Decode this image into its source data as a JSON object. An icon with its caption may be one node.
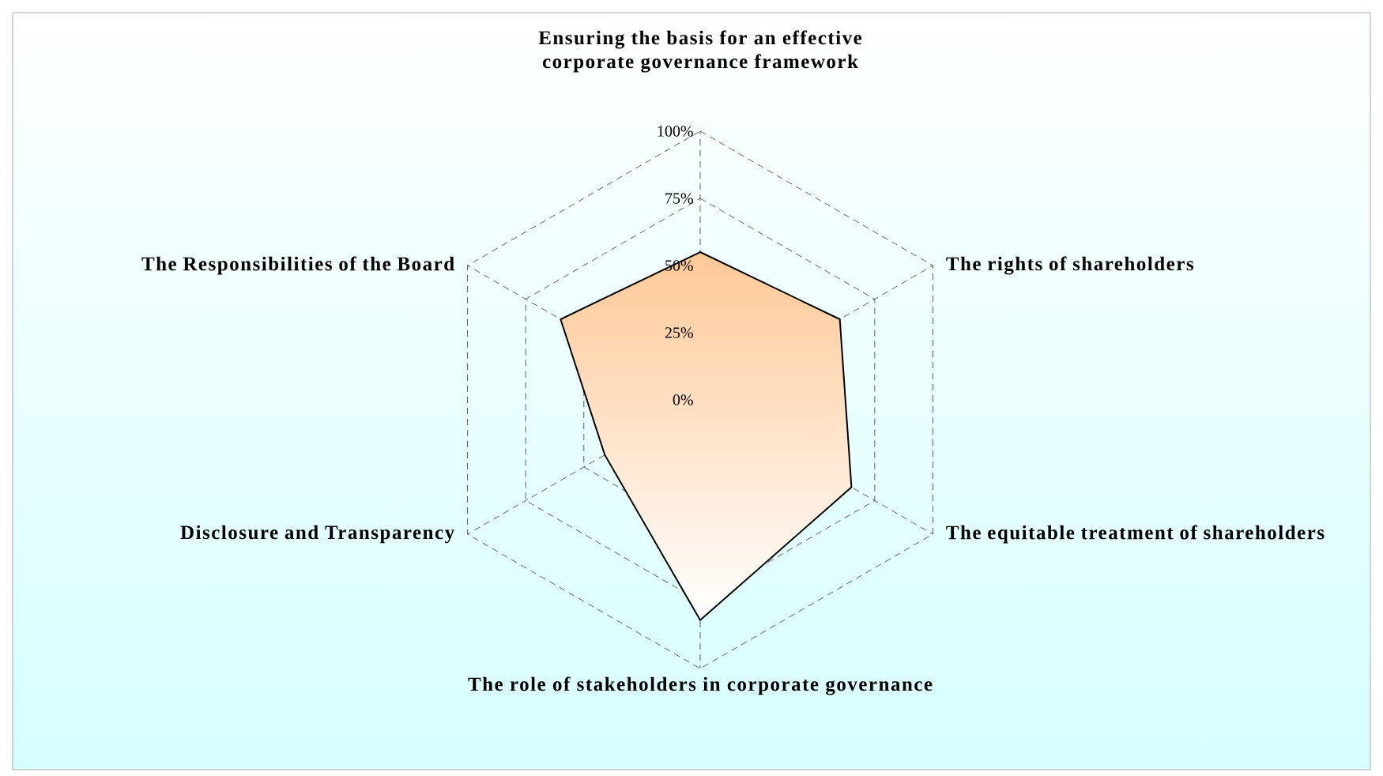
{
  "diagram": {
    "labels": [
      "Ensuring the basis for an effective corporate governance framework",
      "100%",
      "75%",
      "The Responsibilities of the Board",
      "The rights of shareholders",
      "50%",
      "25%",
      "0%",
      "Disclosure and Transparency",
      "The equitable treatment of shareholders",
      "The role of stakeholders in corporate governance"
    ]
  }
}
